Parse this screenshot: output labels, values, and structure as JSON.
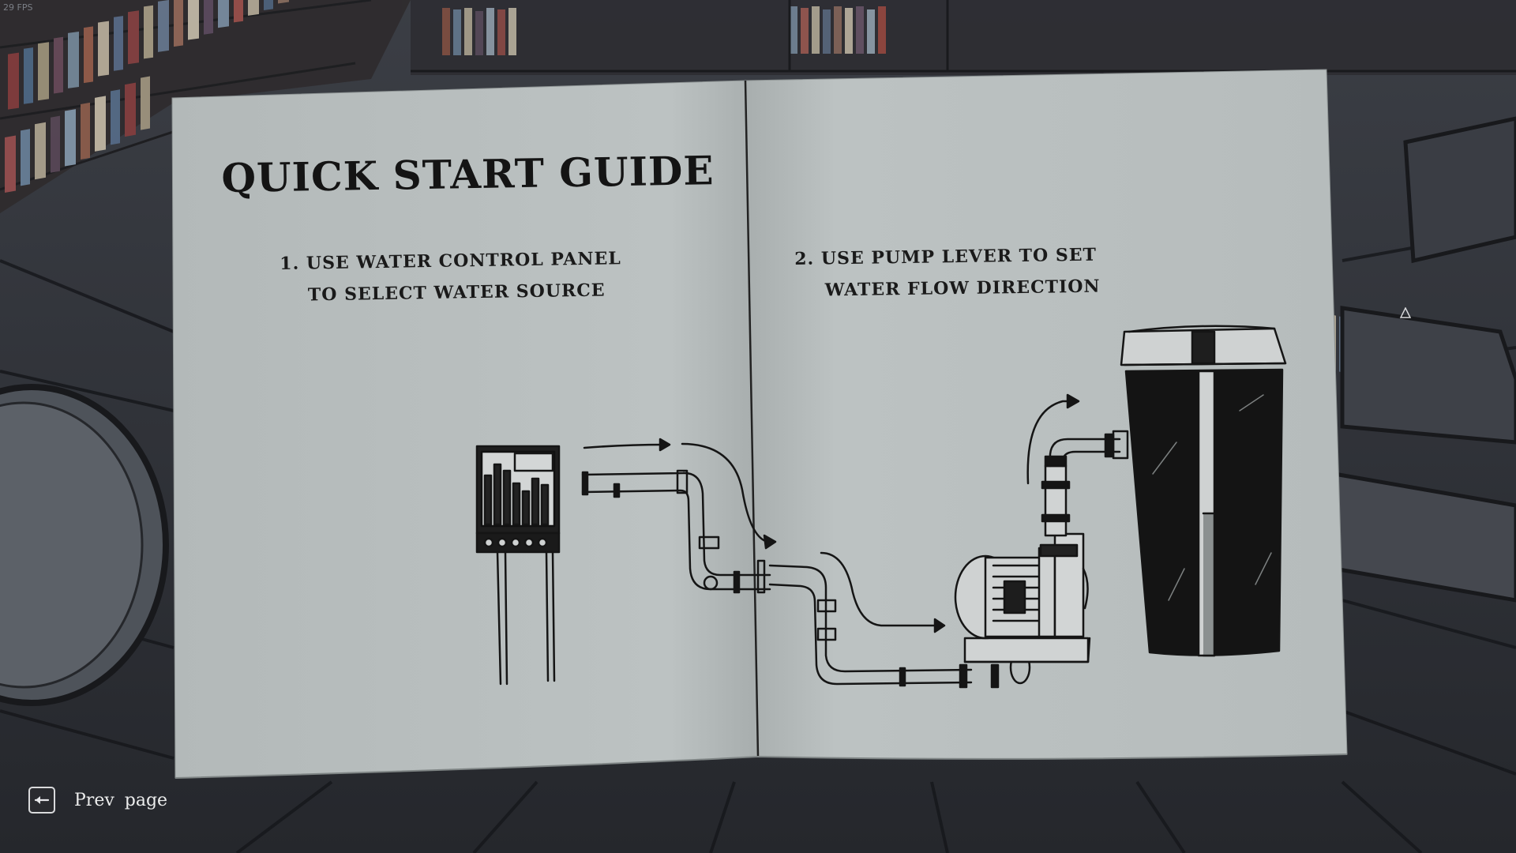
{
  "hud": {
    "fps": "29 FPS"
  },
  "manual": {
    "title": "QUICK START GUIDE",
    "step1": {
      "line1": "1. USE WATER CONTROL PANEL",
      "line2": "TO SELECT WATER SOURCE"
    },
    "step2": {
      "line1": "2. USE PUMP LEVER TO SET",
      "line2": "WATER FLOW DIRECTION"
    }
  },
  "controls": {
    "prev_page_label": "Prev page",
    "prev_page_icon": "arrow-left-key-icon"
  },
  "colors": {
    "paper": "#b9bfbf",
    "ink": "#141414",
    "hud_text": "#eceded"
  }
}
